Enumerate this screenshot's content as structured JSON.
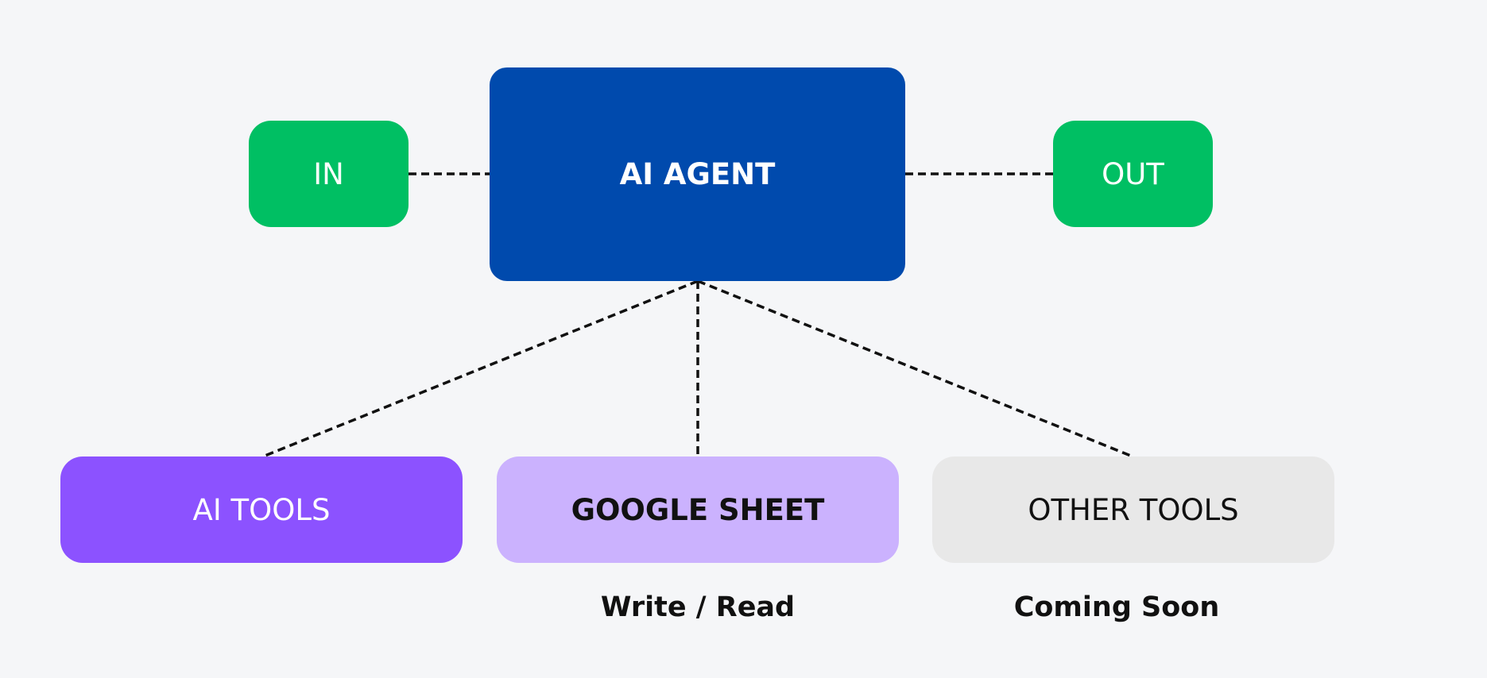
{
  "diagram": {
    "nodes": {
      "in": {
        "label": "IN",
        "color": "#00bf63"
      },
      "agent": {
        "label": "AI AGENT",
        "color": "#004aad"
      },
      "out": {
        "label": "OUT",
        "color": "#00bf63"
      },
      "ai_tools": {
        "label": "AI TOOLS",
        "color": "#8c52ff"
      },
      "google_sheet": {
        "label": "GOOGLE SHEET",
        "color": "#cbb2fe",
        "caption": "Write / Read"
      },
      "other_tools": {
        "label": "OTHER TOOLS",
        "color": "#e8e8e8",
        "caption": "Coming Soon"
      }
    },
    "edges": [
      {
        "from": "in",
        "to": "agent",
        "style": "dashed"
      },
      {
        "from": "agent",
        "to": "out",
        "style": "dashed"
      },
      {
        "from": "agent",
        "to": "ai_tools",
        "style": "dashed"
      },
      {
        "from": "agent",
        "to": "google_sheet",
        "style": "dashed"
      },
      {
        "from": "agent",
        "to": "other_tools",
        "style": "dashed"
      }
    ],
    "line_color": "#111111"
  }
}
